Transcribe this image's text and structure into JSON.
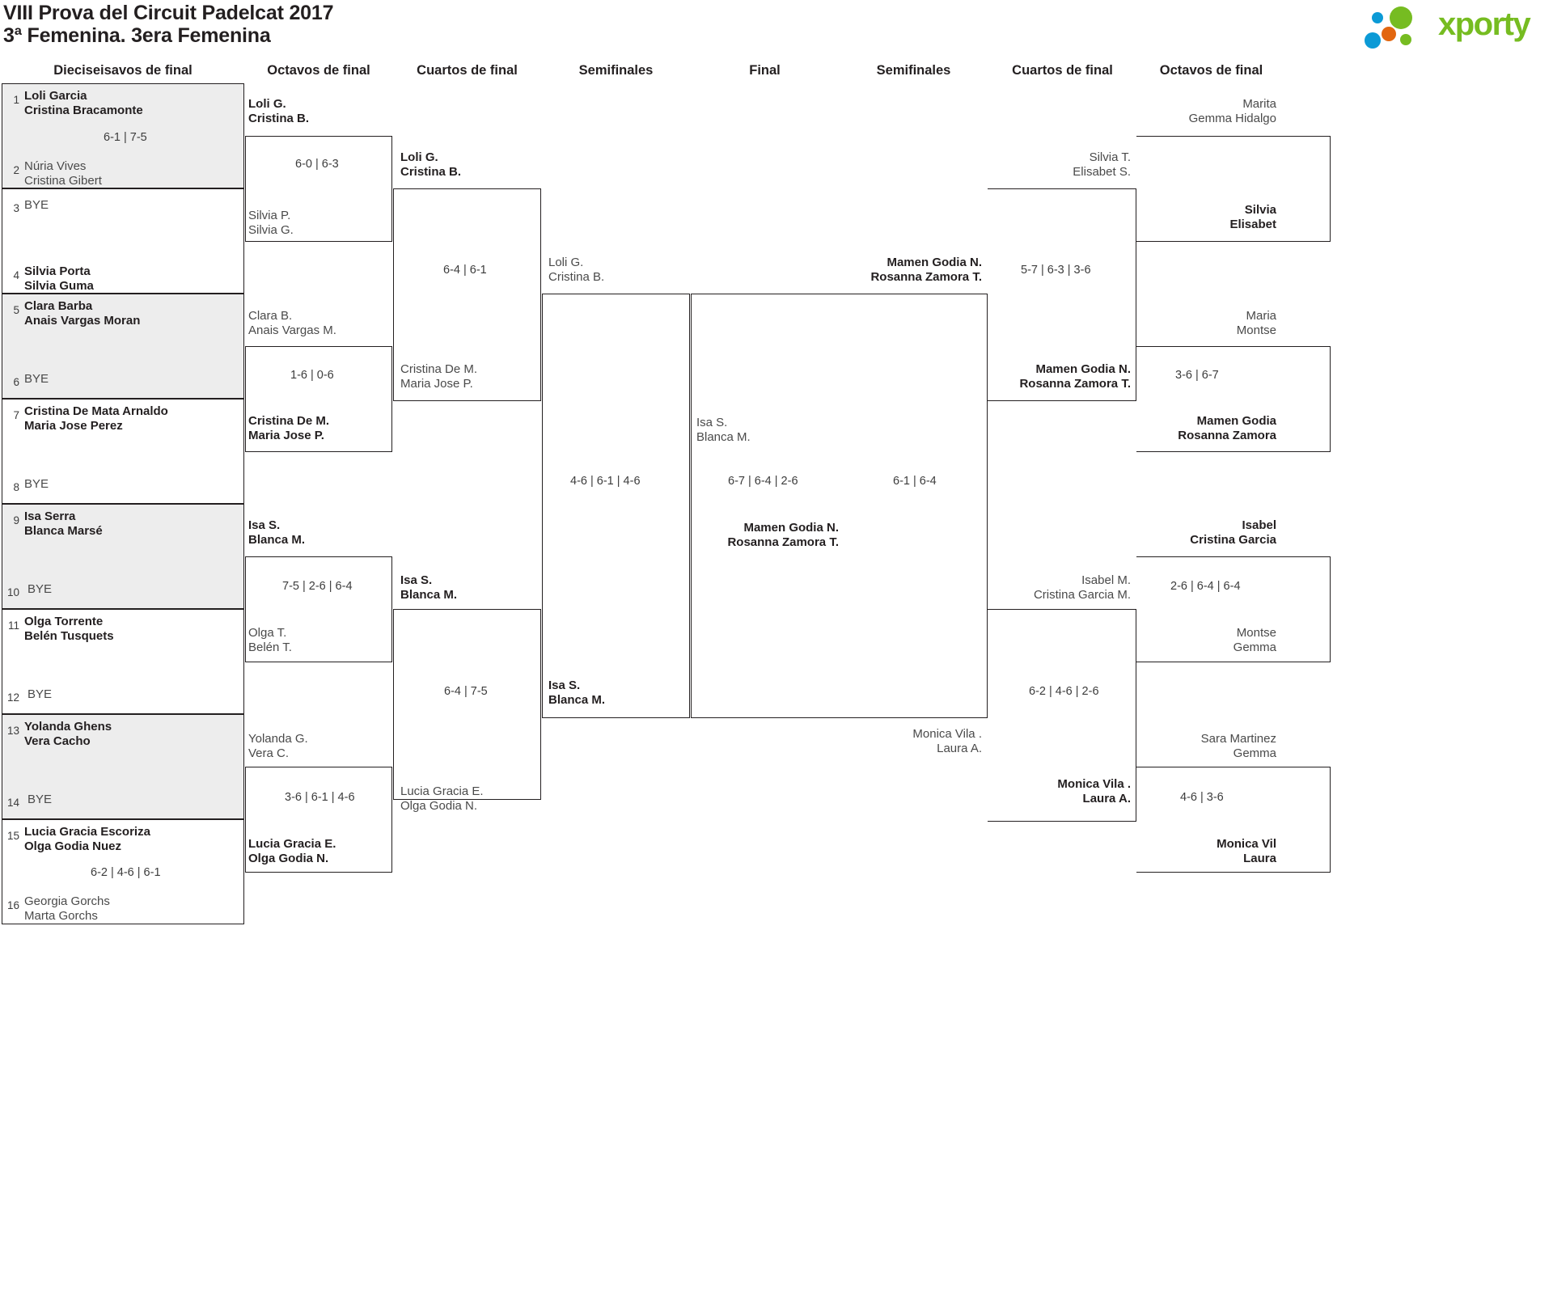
{
  "header": {
    "title_line1": "VIII Prova del Circuit Padelcat 2017",
    "title_line2": "3ª Femenina. 3era Femenina"
  },
  "logo": {
    "wordmark": "xporty",
    "green": "#76bc21",
    "blue": "#0b9ad6",
    "orange": "#e2660f"
  },
  "columns": {
    "left": [
      {
        "label": "Dieciseisavos de final"
      },
      {
        "label": "Octavos de final"
      },
      {
        "label": "Cuartos de final"
      },
      {
        "label": "Semifinales"
      }
    ],
    "final": {
      "label": "Final"
    },
    "right": [
      {
        "label": "Semifinales"
      },
      {
        "label": "Cuartos de final"
      },
      {
        "label": "Octavos de final"
      }
    ]
  },
  "round_of_32": [
    {
      "seed": "1",
      "p1": "Loli Garcia",
      "p2": "Cristina Bracamonte",
      "winner": true
    },
    {
      "seed": "2",
      "p1": "Núria Vives",
      "p2": "Cristina Gibert",
      "winner": false
    },
    {
      "seed": "3",
      "p1": "BYE",
      "p2": "",
      "winner": false
    },
    {
      "seed": "4",
      "p1": "Silvia Porta",
      "p2": "Silvia Guma",
      "winner": true
    },
    {
      "seed": "5",
      "p1": "Clara Barba",
      "p2": "Anais Vargas Moran",
      "winner": true
    },
    {
      "seed": "6",
      "p1": "BYE",
      "p2": "",
      "winner": false
    },
    {
      "seed": "7",
      "p1": "Cristina De Mata Arnaldo",
      "p2": "Maria Jose Perez",
      "winner": true
    },
    {
      "seed": "8",
      "p1": "BYE",
      "p2": "",
      "winner": false
    },
    {
      "seed": "9",
      "p1": "Isa Serra",
      "p2": "Blanca Marsé",
      "winner": true
    },
    {
      "seed": "10",
      "p1": "BYE",
      "p2": "",
      "winner": false
    },
    {
      "seed": "11",
      "p1": "Olga Torrente",
      "p2": "Belén Tusquets",
      "winner": true
    },
    {
      "seed": "12",
      "p1": "BYE",
      "p2": "",
      "winner": false
    },
    {
      "seed": "13",
      "p1": "Yolanda Ghens",
      "p2": "Vera Cacho",
      "winner": true
    },
    {
      "seed": "14",
      "p1": "BYE",
      "p2": "",
      "winner": false
    },
    {
      "seed": "15",
      "p1": "Lucia Gracia Escoriza",
      "p2": "Olga Godia Nuez",
      "winner": true
    },
    {
      "seed": "16",
      "p1": "Georgia Gorchs",
      "p2": "Marta Gorchs",
      "winner": false
    }
  ],
  "round_of_32_scores": [
    {
      "score": "6-1 | 7-5"
    },
    {
      "score": "6-2 | 4-6 | 6-1"
    }
  ],
  "left_r16": [
    {
      "p1": "Loli G.",
      "p2": "Cristina B.",
      "winner": true,
      "score": "6-0 | 6-3"
    },
    {
      "p1": "Silvia P.",
      "p2": "Silvia G.",
      "winner": false,
      "score": ""
    },
    {
      "p1": "Clara B.",
      "p2": "Anais Vargas M.",
      "winner": false,
      "score": "1-6 | 0-6"
    },
    {
      "p1": "Cristina De M.",
      "p2": "Maria Jose P.",
      "winner": true,
      "score": ""
    },
    {
      "p1": "Isa S.",
      "p2": "Blanca M.",
      "winner": true,
      "score": "7-5 | 2-6 | 6-4"
    },
    {
      "p1": "Olga T.",
      "p2": "Belén T.",
      "winner": false,
      "score": ""
    },
    {
      "p1": "Yolanda G.",
      "p2": "Vera C.",
      "winner": false,
      "score": "3-6 | 6-1 | 4-6"
    },
    {
      "p1": "Lucia Gracia E.",
      "p2": "Olga Godia N.",
      "winner": true,
      "score": ""
    }
  ],
  "left_quarters": [
    {
      "p1": "Loli G.",
      "p2": "Cristina B.",
      "winner": true,
      "score": "6-4 | 6-1"
    },
    {
      "p1": "Cristina De M.",
      "p2": "Maria Jose P.",
      "winner": false,
      "score": ""
    },
    {
      "p1": "Isa S.",
      "p2": "Blanca M.",
      "winner": true,
      "score": "6-4 | 7-5"
    },
    {
      "p1": "Lucia Gracia E.",
      "p2": "Olga Godia N.",
      "winner": false,
      "score": ""
    }
  ],
  "left_semis": [
    {
      "p1": "Loli G.",
      "p2": "Cristina B.",
      "winner": false,
      "score": "4-6 | 6-1 | 4-6"
    },
    {
      "p1": "Isa S.",
      "p2": "Blanca M.",
      "winner": true,
      "score": ""
    }
  ],
  "left_final_entry": {
    "p1": "Isa S.",
    "p2": "Blanca M.",
    "winner": false,
    "score": "6-7 | 6-4 | 2-6"
  },
  "champion": {
    "p1": "Mamen Godia N.",
    "p2": "Rosanna Zamora T."
  },
  "right_final_entry": {
    "p1": "Mamen Godia N.",
    "p2": "Rosanna Zamora T.",
    "winner": true,
    "score": "6-1 | 6-4"
  },
  "right_semis": [
    {
      "p1": "Mamen Godia N.",
      "p2": "Rosanna Zamora T.",
      "winner": true,
      "score": "5-7 | 6-3 | 3-6"
    },
    {
      "p1": "Monica Vila .",
      "p2": "Laura A.",
      "winner": false,
      "score": ""
    }
  ],
  "right_quarters": [
    {
      "p1": "Silvia T.",
      "p2": "Elisabet S.",
      "winner": false,
      "score": ""
    },
    {
      "p1": "Mamen Godia N.",
      "p2": "Rosanna Zamora T.",
      "winner": true,
      "score": "3-6 | 6-7"
    },
    {
      "p1": "Isabel M.",
      "p2": "Cristina Garcia M.",
      "winner": false,
      "score": "2-6 | 6-4 | 6-4"
    },
    {
      "p1": "Monica Vila .",
      "p2": "Laura A.",
      "winner": true,
      "score": "6-2 | 4-6 | 2-6"
    }
  ],
  "right_r16": [
    {
      "p1": "Marita",
      "p2": "Gemma Hidalgo",
      "winner": false,
      "score": ""
    },
    {
      "p1": "Silvia",
      "p2": "Elisabet",
      "winner": true,
      "score": ""
    },
    {
      "p1": "Maria",
      "p2": "Montse",
      "winner": false,
      "score": ""
    },
    {
      "p1": "Mamen Godia",
      "p2": "Rosanna Zamora",
      "winner": true,
      "score": ""
    },
    {
      "p1": "Isabel",
      "p2": "Cristina Garcia",
      "winner": true,
      "score": ""
    },
    {
      "p1": "Montse",
      "p2": "Gemma",
      "winner": false,
      "score": ""
    },
    {
      "p1": "Sara Martinez",
      "p2": "Gemma",
      "winner": false,
      "score": ""
    },
    {
      "p1": "Monica Vil",
      "p2": "Laura",
      "winner": true,
      "score": "4-6 | 3-6"
    }
  ]
}
